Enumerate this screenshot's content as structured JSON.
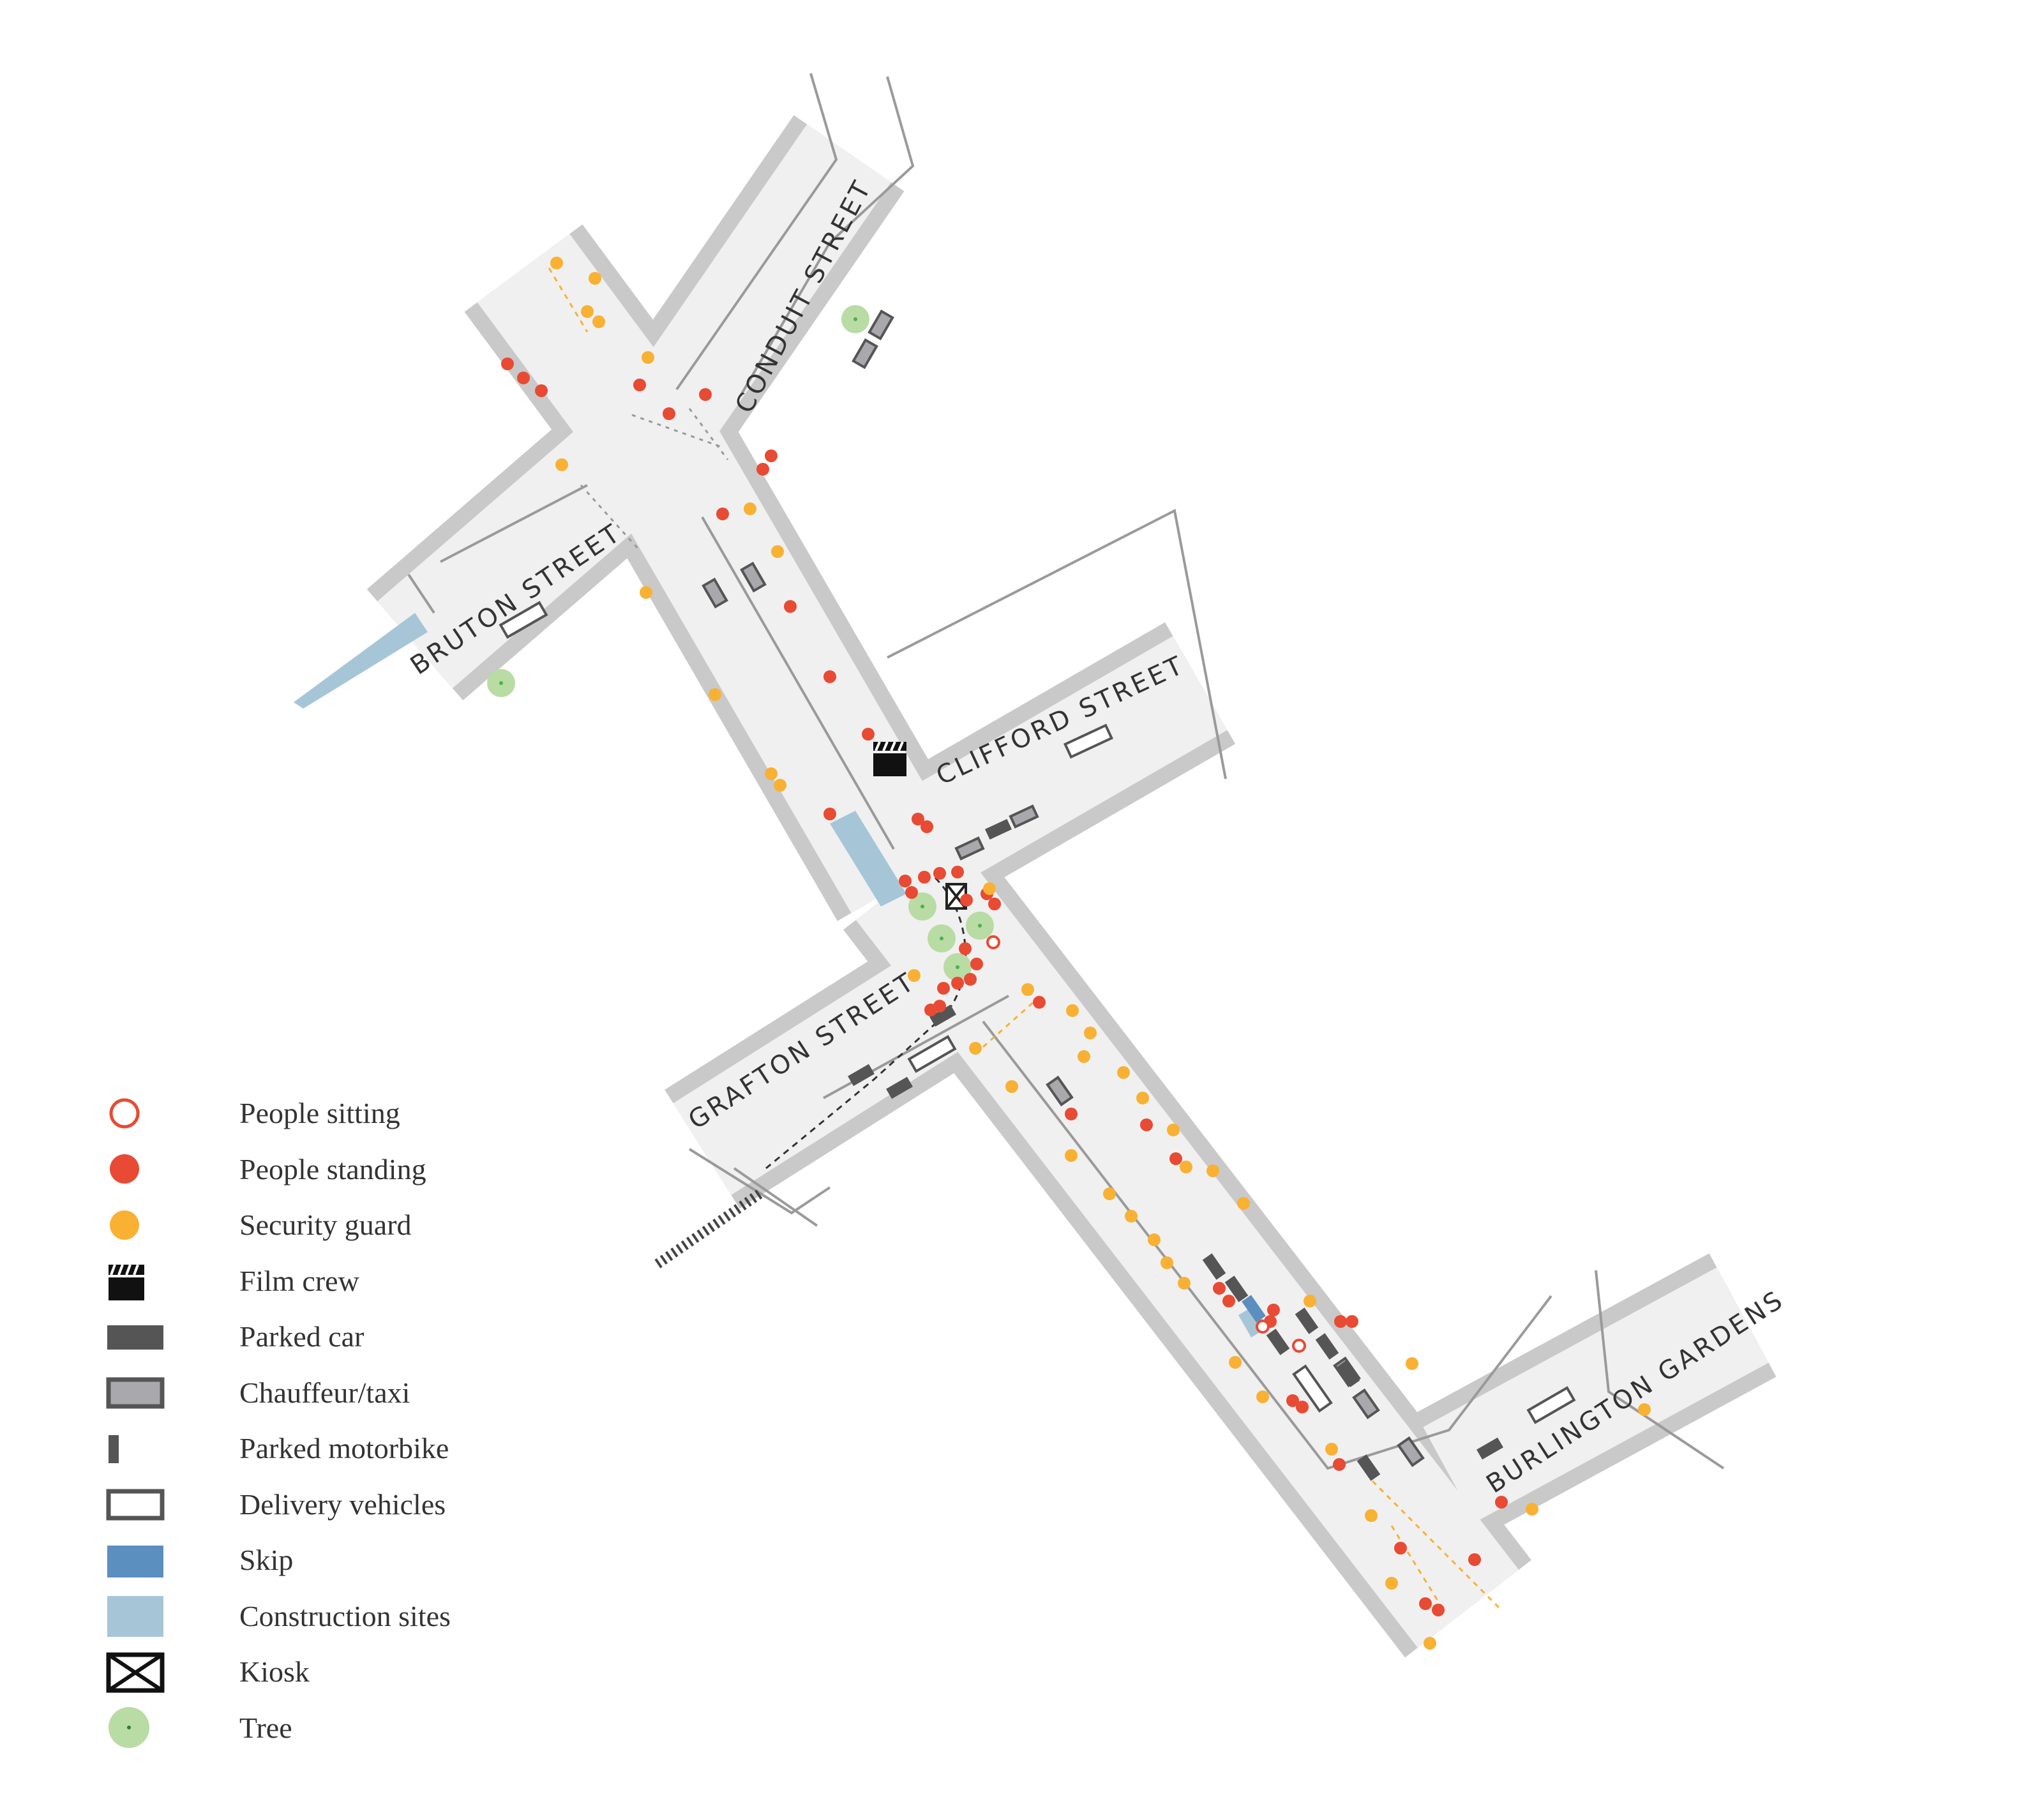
{
  "streets": {
    "conduit": "CONDUIT STREET",
    "bruton": "BRUTON STREET",
    "clifford": "CLIFFORD STREET",
    "grafton": "GRAFTON STREET",
    "burlington": "BURLINGTON GARDENS"
  },
  "legend": [
    {
      "key": "people_sitting",
      "label": "People sitting",
      "icon": "open-red-circle"
    },
    {
      "key": "people_standing",
      "label": "People standing",
      "icon": "red-dot"
    },
    {
      "key": "security_guard",
      "label": "Security guard",
      "icon": "orange-dot"
    },
    {
      "key": "film_crew",
      "label": "Film crew",
      "icon": "clapperboard-icon"
    },
    {
      "key": "parked_car",
      "label": "Parked car",
      "icon": "dark-rect"
    },
    {
      "key": "chauffeur_taxi",
      "label": "Chauffeur/taxi",
      "icon": "grey-outlined-rect"
    },
    {
      "key": "parked_motorbike",
      "label": "Parked motorbike",
      "icon": "thin-dark-bar"
    },
    {
      "key": "delivery_vehicles",
      "label": "Delivery vehicles",
      "icon": "white-outlined-rect"
    },
    {
      "key": "skip",
      "label": "Skip",
      "icon": "blue-rect"
    },
    {
      "key": "construction_sites",
      "label": "Construction sites",
      "icon": "light-blue-rect"
    },
    {
      "key": "kiosk",
      "label": "Kiosk",
      "icon": "crossed-box-icon"
    },
    {
      "key": "tree",
      "label": "Tree",
      "icon": "green-circle"
    }
  ],
  "colors": {
    "people": "#e84a33",
    "security": "#f9b133",
    "parked_car": "#555555",
    "chauffeur": "#a9a9ad",
    "skip": "#5b8fbf",
    "construction": "#a6c6d8",
    "tree": "#b8dca4",
    "road": "#efefef",
    "pavement": "#cfcfcf"
  }
}
